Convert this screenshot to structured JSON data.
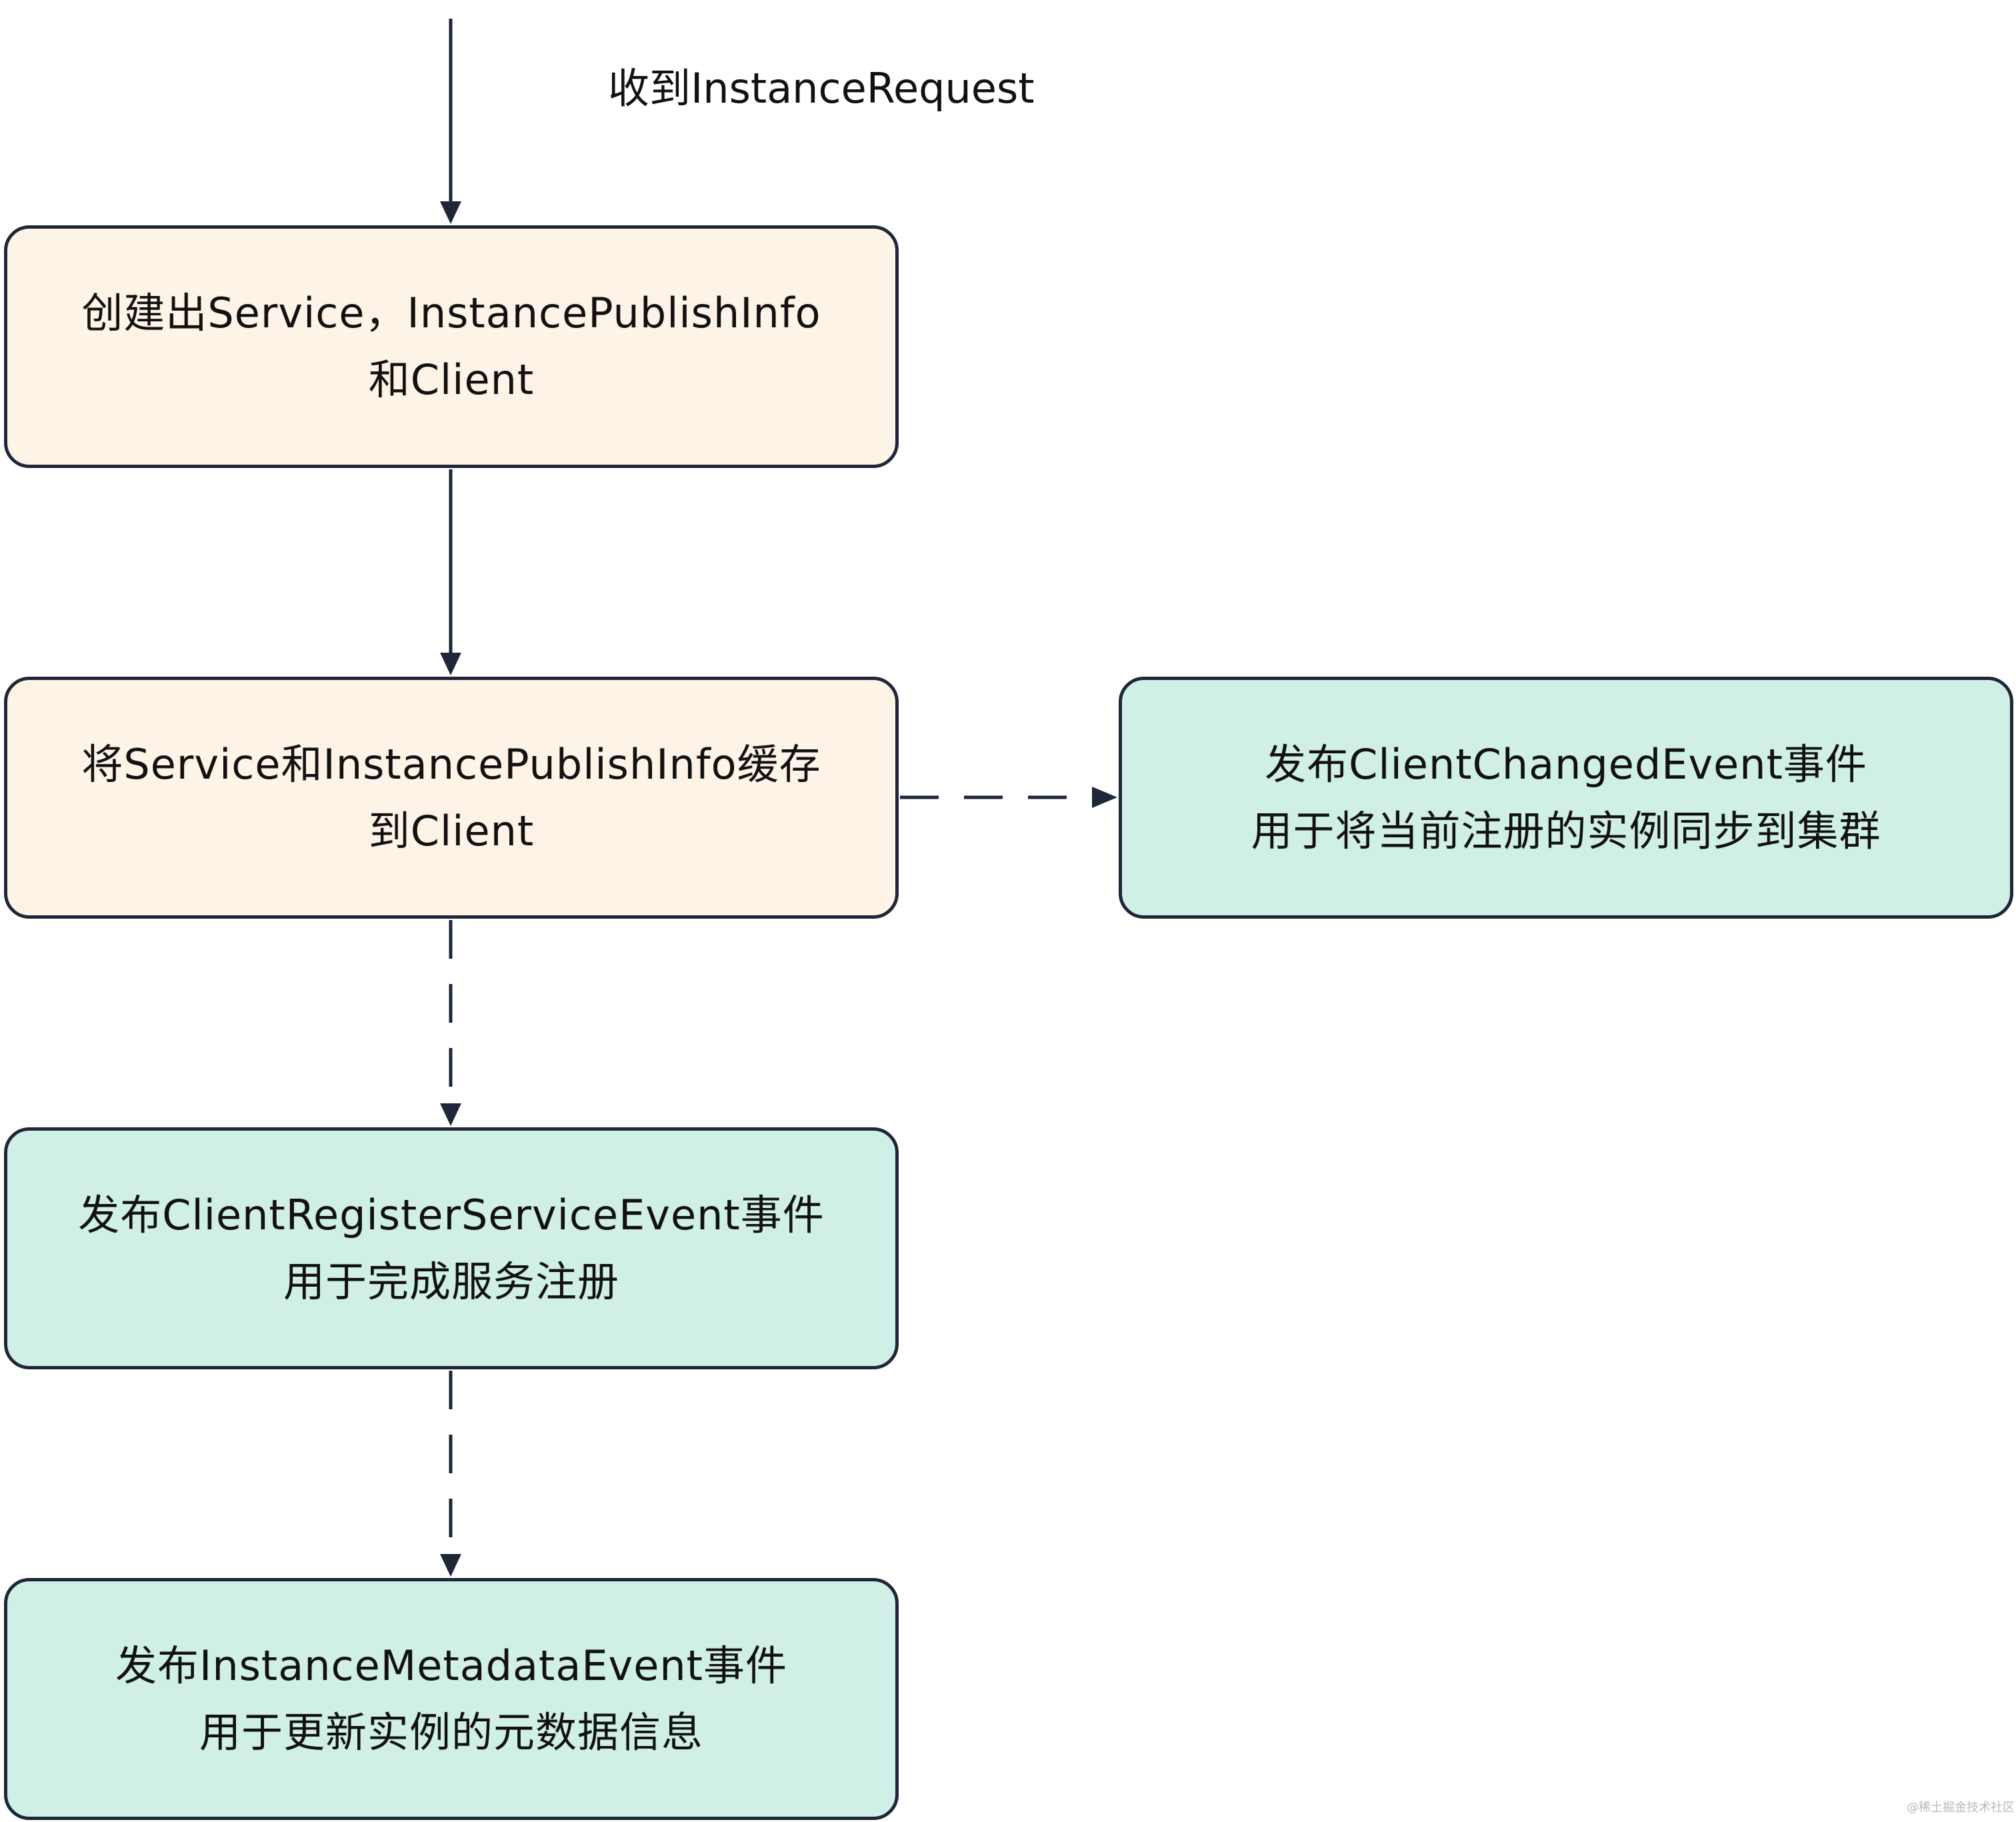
{
  "edge_label": "收到InstanceRequest",
  "nodes": {
    "create": {
      "line1": "创建出Service，InstancePublishInfo",
      "line2": "和Client",
      "fill": "#fdf3e7"
    },
    "cache": {
      "line1": "将Service和InstancePublishInfo缓存",
      "line2": "到Client",
      "fill": "#fdf3e7"
    },
    "client_changed": {
      "line1": "发布ClientChangedEvent事件",
      "line2": "用于将当前注册的实例同步到集群",
      "fill": "#d0efe7"
    },
    "register_service": {
      "line1": "发布ClientRegisterServiceEvent事件",
      "line2": "用于完成服务注册",
      "fill": "#d0efe7"
    },
    "metadata": {
      "line1": "发布InstanceMetadataEvent事件",
      "line2": "用于更新实例的元数据信息",
      "fill": "#d0efe7"
    }
  },
  "edges": [
    {
      "from": "start",
      "to": "create",
      "style": "solid"
    },
    {
      "from": "create",
      "to": "cache",
      "style": "solid"
    },
    {
      "from": "cache",
      "to": "client_changed",
      "style": "dashed"
    },
    {
      "from": "cache",
      "to": "register_service",
      "style": "dashed"
    },
    {
      "from": "register_service",
      "to": "metadata",
      "style": "dashed"
    }
  ],
  "colors": {
    "stroke": "#1e2638",
    "warm_fill": "#fdf3e7",
    "teal_fill": "#d0efe7"
  },
  "watermark": "@稀土掘金技术社区"
}
